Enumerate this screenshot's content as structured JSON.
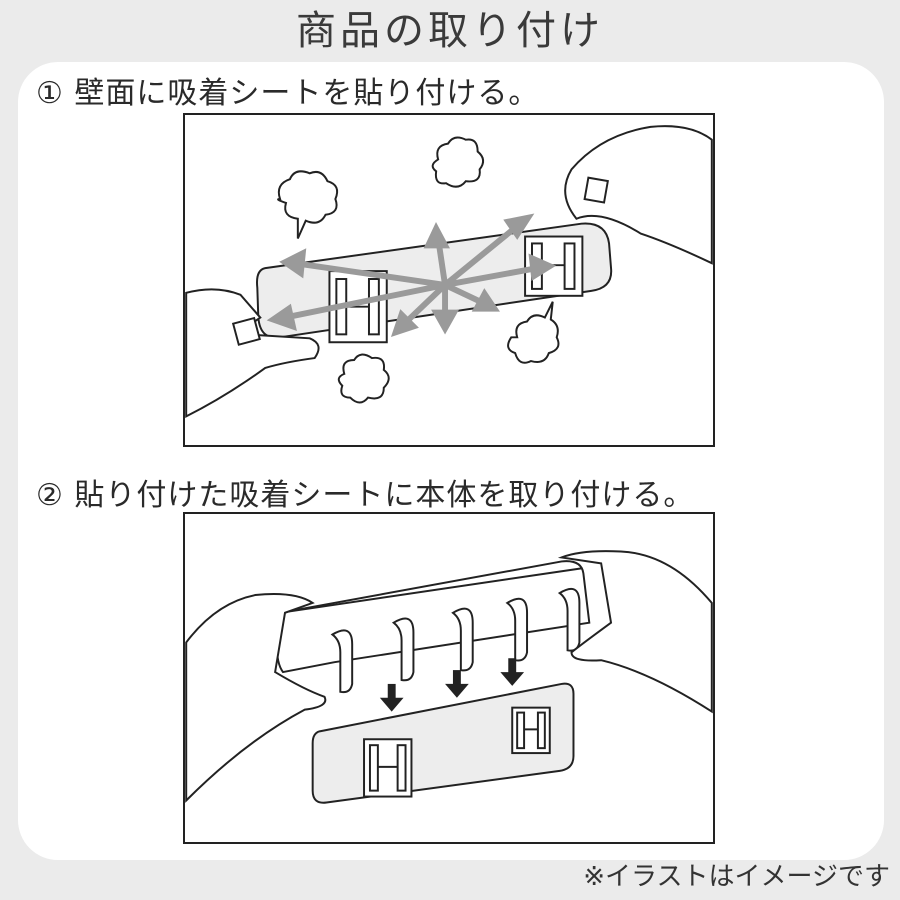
{
  "page_title": "商品の取り付け",
  "steps": [
    {
      "label": "① 壁面に吸着シートを貼り付ける。"
    },
    {
      "label": "② 貼り付けた吸着シートに本体を取り付ける。"
    }
  ],
  "footnote": "※イラストはイメージです",
  "colors": {
    "page_background": "#ebebeb",
    "panel_background": "#ffffff",
    "sheet_fill": "#ededed",
    "line": "#222222"
  },
  "icons": [
    "hand-icon",
    "bubble-icon",
    "arrow-icon",
    "hook-icon"
  ]
}
